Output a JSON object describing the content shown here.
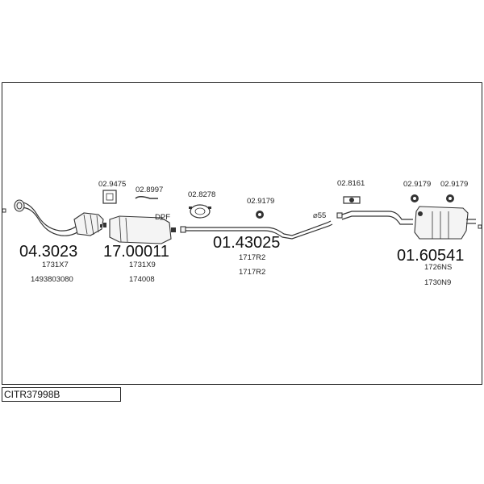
{
  "diagram": {
    "reference": "CITR37998B",
    "dpf_label": "DPF",
    "diameter_label": "⌀55",
    "groups": [
      {
        "part_number": "04.3023",
        "sub_codes": [
          "1731X7",
          "1493803080"
        ]
      },
      {
        "part_number": "17.00011",
        "sub_codes": [
          "1731X9",
          "174008"
        ]
      },
      {
        "part_number": "01.43025",
        "sub_codes": [
          "1717R2",
          "1717R2"
        ]
      },
      {
        "part_number": "01.60541",
        "sub_codes": [
          "1726NS",
          "1730N9"
        ]
      }
    ],
    "accessories": [
      {
        "code": "02.9475",
        "icon": "gasket-square-icon"
      },
      {
        "code": "02.8997",
        "icon": "hook-clip-icon"
      },
      {
        "code": "02.8278",
        "icon": "clamp-ring-icon"
      },
      {
        "code": "02.9179",
        "icon": "rubber-mount-icon"
      },
      {
        "code": "02.8161",
        "icon": "hanger-bracket-icon"
      },
      {
        "code": "02.9179",
        "icon": "rubber-mount-icon"
      },
      {
        "code": "02.9179",
        "icon": "rubber-mount-icon"
      }
    ]
  }
}
